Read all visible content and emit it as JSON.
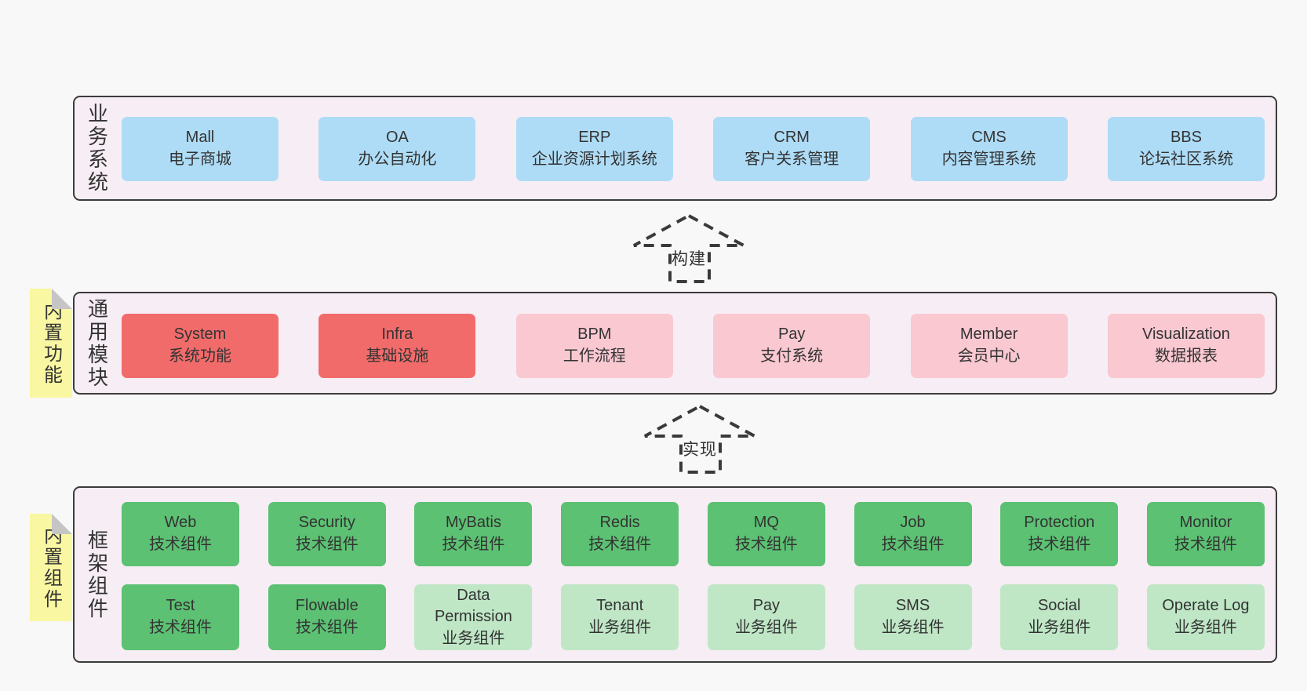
{
  "colors": {
    "page_bg": "#f8f8f8",
    "container_bg": "#f7edf4",
    "container_border": "#3b3b3b",
    "box_blue": "#aedcf6",
    "box_red": "#f16b6b",
    "box_pink": "#f9c8d1",
    "box_green": "#5cc173",
    "box_light_green": "#bfe7c6",
    "tab_yellow": "#f9f7a2",
    "fold_gray": "#c5c5c6",
    "text": "#333333",
    "arrow": "#3a3a3a"
  },
  "layers": {
    "business": {
      "label": "业务系统",
      "boxes": [
        {
          "en": "Mall",
          "zh": "电子商城"
        },
        {
          "en": "OA",
          "zh": "办公自动化"
        },
        {
          "en": "ERP",
          "zh": "企业资源计划系统"
        },
        {
          "en": "CRM",
          "zh": "客户关系管理"
        },
        {
          "en": "CMS",
          "zh": "内容管理系统"
        },
        {
          "en": "BBS",
          "zh": "论坛社区系统"
        }
      ]
    },
    "modules": {
      "label": "通用模块",
      "tab": "内置功能",
      "boxes": [
        {
          "en": "System",
          "zh": "系统功能"
        },
        {
          "en": "Infra",
          "zh": "基础设施"
        },
        {
          "en": "BPM",
          "zh": "工作流程"
        },
        {
          "en": "Pay",
          "zh": "支付系统"
        },
        {
          "en": "Member",
          "zh": "会员中心"
        },
        {
          "en": "Visualization",
          "zh": "数据报表"
        }
      ]
    },
    "components": {
      "label": "框架组件",
      "tab": "内置组件",
      "row1": [
        {
          "en": "Web",
          "zh": "技术组件"
        },
        {
          "en": "Security",
          "zh": "技术组件"
        },
        {
          "en": "MyBatis",
          "zh": "技术组件"
        },
        {
          "en": "Redis",
          "zh": "技术组件"
        },
        {
          "en": "MQ",
          "zh": "技术组件"
        },
        {
          "en": "Job",
          "zh": "技术组件"
        },
        {
          "en": "Protection",
          "zh": "技术组件"
        },
        {
          "en": "Monitor",
          "zh": "技术组件"
        }
      ],
      "row2": [
        {
          "en": "Test",
          "zh": "技术组件"
        },
        {
          "en": "Flowable",
          "zh": "技术组件"
        },
        {
          "en": "Data Permission",
          "zh": "业务组件"
        },
        {
          "en": "Tenant",
          "zh": "业务组件"
        },
        {
          "en": "Pay",
          "zh": "业务组件"
        },
        {
          "en": "SMS",
          "zh": "业务组件"
        },
        {
          "en": "Social",
          "zh": "业务组件"
        },
        {
          "en": "Operate Log",
          "zh": "业务组件"
        }
      ]
    }
  },
  "arrows": {
    "build": "构建",
    "implement": "实现"
  }
}
